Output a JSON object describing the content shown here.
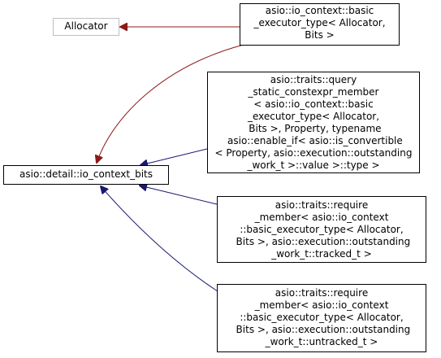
{
  "diagram": {
    "nodes": {
      "allocator": {
        "lines": [
          "Allocator"
        ]
      },
      "basic_executor": {
        "lines": [
          "asio::io_context::basic",
          "_executor_type< Allocator,",
          "Bits >"
        ]
      },
      "query_member": {
        "lines": [
          "asio::traits::query",
          "_static_constexpr_member",
          "< asio::io_context::basic",
          "_executor_type< Allocator,",
          " Bits >, Property, typename",
          " asio::enable_if< asio::is_convertible",
          "< Property, asio::execution::outstanding",
          "_work_t >::value >::type >"
        ]
      },
      "io_context_bits": {
        "lines": [
          "asio::detail::io_context_bits"
        ]
      },
      "require_tracked": {
        "lines": [
          "asio::traits::require",
          "_member< asio::io_context",
          "::basic_executor_type< Allocator,",
          " Bits >, asio::execution::outstanding",
          "_work_t::tracked_t >"
        ]
      },
      "require_untracked": {
        "lines": [
          "asio::traits::require",
          "_member< asio::io_context",
          "::basic_executor_type< Allocator,",
          " Bits >, asio::execution::outstanding",
          "_work_t::untracked_t >"
        ]
      }
    },
    "edges": [
      {
        "from": "basic_executor",
        "to": "allocator",
        "color": "#8b1a1a"
      },
      {
        "from": "basic_executor",
        "to": "io_context_bits",
        "color": "#8b1a1a"
      },
      {
        "from": "query_member",
        "to": "io_context_bits",
        "color": "#191970"
      },
      {
        "from": "require_tracked",
        "to": "io_context_bits",
        "color": "#191970"
      },
      {
        "from": "require_untracked",
        "to": "io_context_bits",
        "color": "#191970"
      }
    ],
    "colors": {
      "inheritance_template": "#8b1a1a",
      "inheritance_public": "#191970",
      "grey_border": "#bfbfbf"
    }
  }
}
